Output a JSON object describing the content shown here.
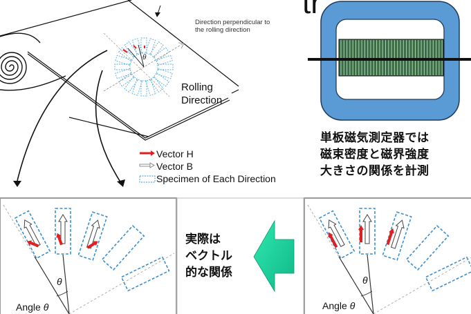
{
  "top_diagram": {
    "perpendicular_label": "Direction perpendicular to the rolling direction",
    "rolling_label_line1": "Rolling",
    "rolling_label_line2": "Direction",
    "theta": "θ"
  },
  "legend": {
    "items": [
      {
        "label": "Vector H",
        "icon": "red-arrow-icon"
      },
      {
        "label": "Vector B",
        "icon": "hollow-arrow-icon"
      },
      {
        "label": "Specimen of Each Direction",
        "icon": "dashed-rectangle-icon"
      }
    ]
  },
  "tester": {
    "partial_text": "tr",
    "caption_lines": [
      "単板磁気測定器では",
      "磁束密度と磁界強度",
      "大きさの関係を計測"
    ]
  },
  "middle": {
    "caption_lines": [
      "実際は",
      "ベクトル",
      "的な関係"
    ]
  },
  "left_panel": {
    "angle_label": "Angle",
    "theta": "θ"
  },
  "right_panel": {
    "angle_label": "Angle",
    "theta": "θ"
  },
  "colors": {
    "vector_h": "#e02020",
    "specimen": "#3a8fd0",
    "yoke": "#5b9bd5",
    "coil": "#3d6b4a",
    "green_arrow": "#1fd6a0"
  }
}
